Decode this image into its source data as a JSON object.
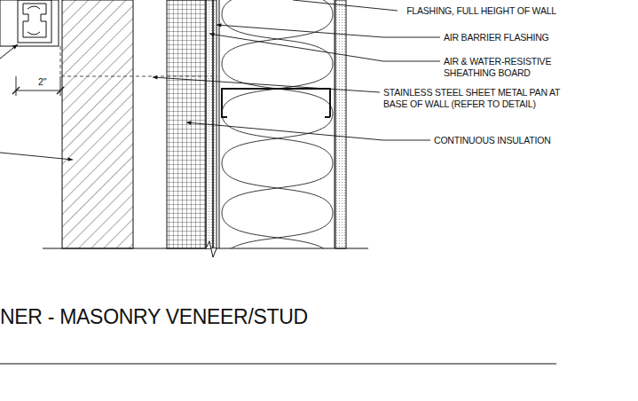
{
  "diagram": {
    "title": "NER - MASONRY VENEER/STUD",
    "labels": [
      "FLASHING, FULL HEIGHT OF WALL",
      "AIR BARRIER FLASHING",
      "AIR & WATER-RESISTIVE SHEATHING BOARD",
      "STAINLESS STEEL SHEET METAL PAN AT BASE OF WALL (REFER TO DETAIL)",
      "CONTINUOUS INSULATION",
      "2\""
    ]
  }
}
